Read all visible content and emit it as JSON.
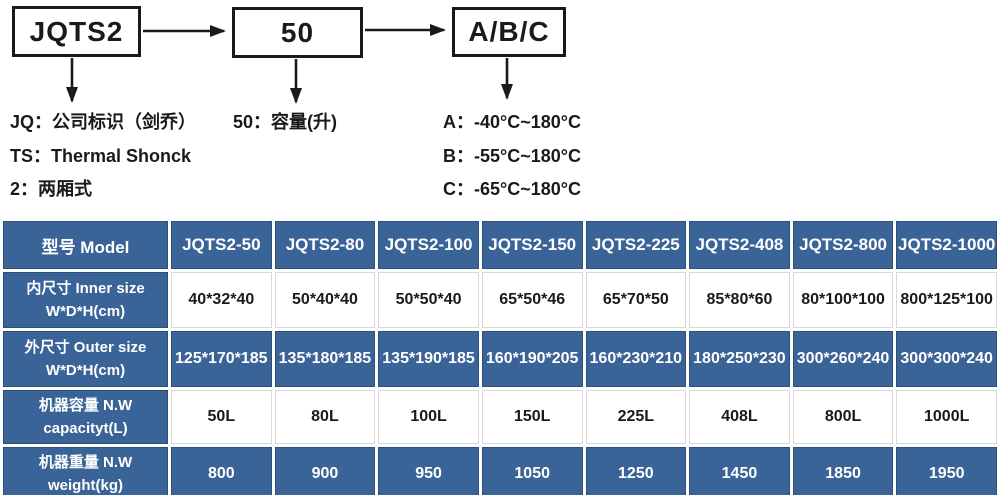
{
  "diagram": {
    "boxes": [
      {
        "label": "JQTS2"
      },
      {
        "label": "50"
      },
      {
        "label": "A/B/C"
      }
    ],
    "notes": {
      "jq": "JQ：公司标识（剑乔）",
      "ts": "TS：Thermal Shonck",
      "two": "2：两厢式",
      "capacity": "50：容量(升)",
      "a": "A：-40°C~180°C",
      "b": "B：-55°C~180°C",
      "c": "C：-65°C~180°C"
    }
  },
  "table": {
    "header": [
      "型号 Model",
      "JQTS2-50",
      "JQTS2-80",
      "JQTS2-100",
      "JQTS2-150",
      "JQTS2-225",
      "JQTS2-408",
      "JQTS2-800",
      "JQTS2-1000"
    ],
    "rows": [
      {
        "zh": "内尺寸 Inner size",
        "en": "W*D*H(cm)",
        "values": [
          "40*32*40",
          "50*40*40",
          "50*50*40",
          "65*50*46",
          "65*70*50",
          "85*80*60",
          "80*100*100",
          "800*125*100"
        ]
      },
      {
        "zh": "外尺寸 Outer size",
        "en": "W*D*H(cm)",
        "values": [
          "125*170*185",
          "135*180*185",
          "135*190*185",
          "160*190*205",
          "160*230*210",
          "180*250*230",
          "300*260*240",
          "300*300*240"
        ]
      },
      {
        "zh": "机器容量 N.W",
        "en": "capacityt(L)",
        "values": [
          "50L",
          "80L",
          "100L",
          "150L",
          "225L",
          "408L",
          "800L",
          "1000L"
        ]
      },
      {
        "zh": "机器重量 N.W",
        "en": "weight(kg)",
        "values": [
          "800",
          "900",
          "950",
          "1050",
          "1250",
          "1450",
          "1850",
          "1950"
        ]
      }
    ]
  },
  "colors": {
    "table_blue": "#3a6398",
    "ink": "#1a1a1a"
  }
}
